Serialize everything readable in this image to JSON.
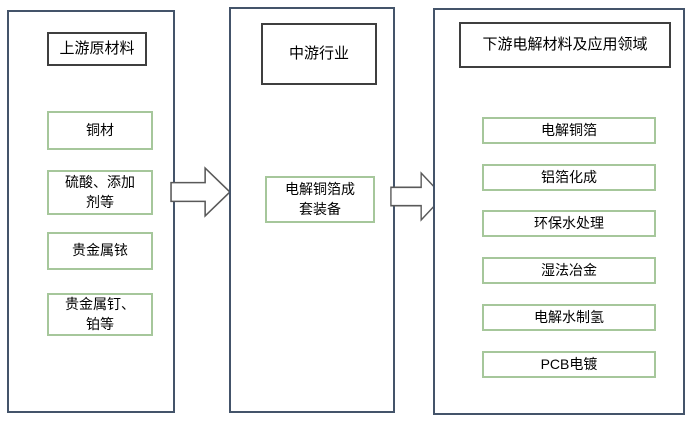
{
  "colors": {
    "background": "#ffffff",
    "text": "#000000",
    "panel-border": "#44546a",
    "header-border": "#3f3f3f",
    "item-border": "#a6c79b",
    "arrow-border": "#595959"
  },
  "columns": [
    {
      "id": "upstream",
      "title": "上游原材料",
      "items": [
        "铜材",
        "硫酸、添加\n剂等",
        "贵金属铱",
        "贵金属钉、\n铂等"
      ]
    },
    {
      "id": "midstream",
      "title": "中游行业",
      "items": [
        "电解铜箔成\n套装备"
      ]
    },
    {
      "id": "downstream",
      "title": "下游电解材料及应用领域",
      "items": [
        "电解铜箔",
        "铝箔化成",
        "环保水处理",
        "湿法冶金",
        "电解水制氢",
        "PCB电镀"
      ]
    }
  ],
  "arrows": [
    {
      "name": "upstream-to-midstream",
      "direction": "right"
    },
    {
      "name": "midstream-to-downstream",
      "direction": "right"
    }
  ]
}
